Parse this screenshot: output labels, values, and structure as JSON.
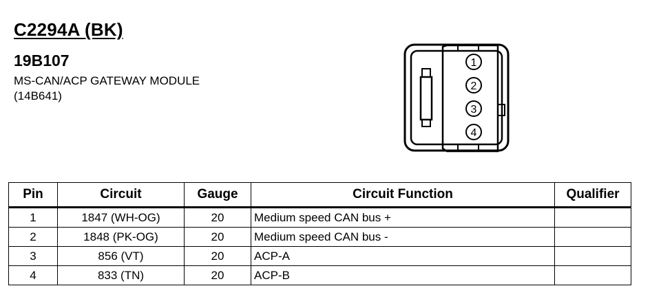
{
  "header": {
    "connector_id": "C2294A (BK)",
    "part_number": "19B107",
    "module_name": "MS-CAN/ACP GATEWAY MODULE",
    "module_code": "(14B641)"
  },
  "connector": {
    "pin_labels": [
      "1",
      "2",
      "3",
      "4"
    ]
  },
  "table": {
    "headers": {
      "pin": "Pin",
      "circuit": "Circuit",
      "gauge": "Gauge",
      "function": "Circuit Function",
      "qualifier": "Qualifier"
    },
    "rows": [
      {
        "pin": "1",
        "circuit": "1847 (WH-OG)",
        "gauge": "20",
        "function": "Medium speed CAN bus +",
        "qualifier": ""
      },
      {
        "pin": "2",
        "circuit": "1848 (PK-OG)",
        "gauge": "20",
        "function": "Medium speed CAN bus -",
        "qualifier": ""
      },
      {
        "pin": "3",
        "circuit": "856 (VT)",
        "gauge": "20",
        "function": "ACP-A",
        "qualifier": ""
      },
      {
        "pin": "4",
        "circuit": "833 (TN)",
        "gauge": "20",
        "function": "ACP-B",
        "qualifier": ""
      }
    ]
  }
}
